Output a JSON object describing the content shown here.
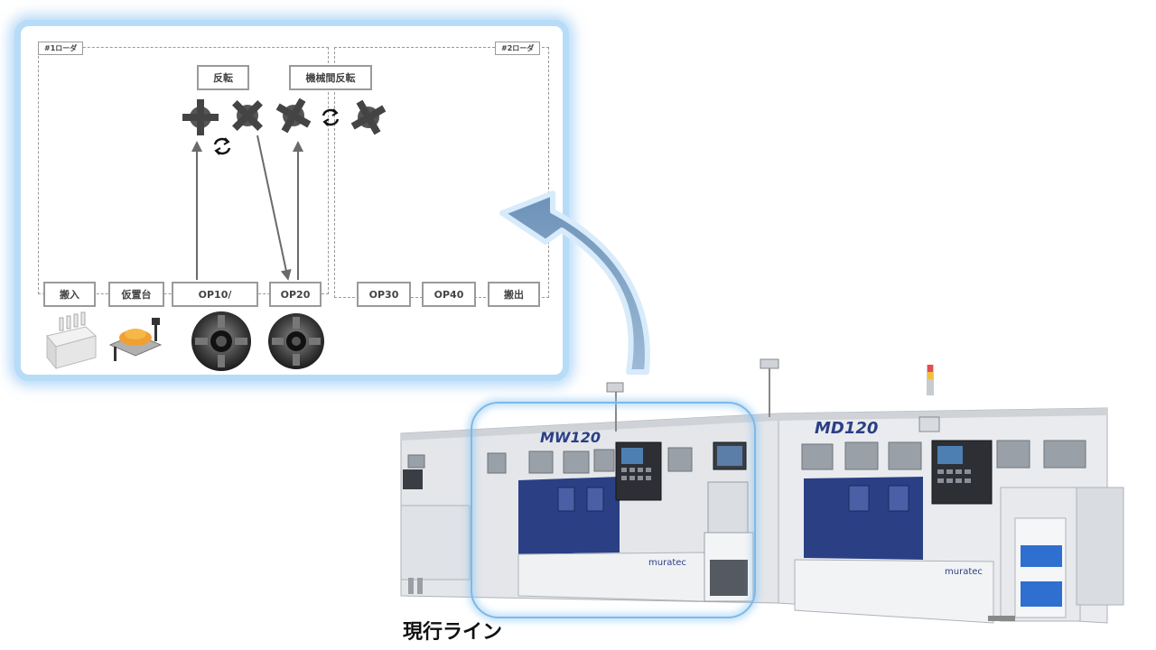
{
  "diagram": {
    "zones": {
      "loader1": "#1ローダ",
      "loader2": "#2ローダ"
    },
    "top_labels": {
      "flip": "反転",
      "inter_machine_flip": "機械間反転"
    },
    "stations": [
      "搬入",
      "仮置台",
      "OP10/",
      "OP20",
      "OP30",
      "OP40",
      "搬出"
    ]
  },
  "photo": {
    "model_left": "MW120",
    "model_right": "MD120",
    "brand": "muratec",
    "caption": "現行ライン"
  },
  "colors": {
    "highlight": "#b7dcf7",
    "arrow": "#8fb2d3",
    "machine_blue": "#2b3f85",
    "machine_body": "#e4e6ea"
  }
}
